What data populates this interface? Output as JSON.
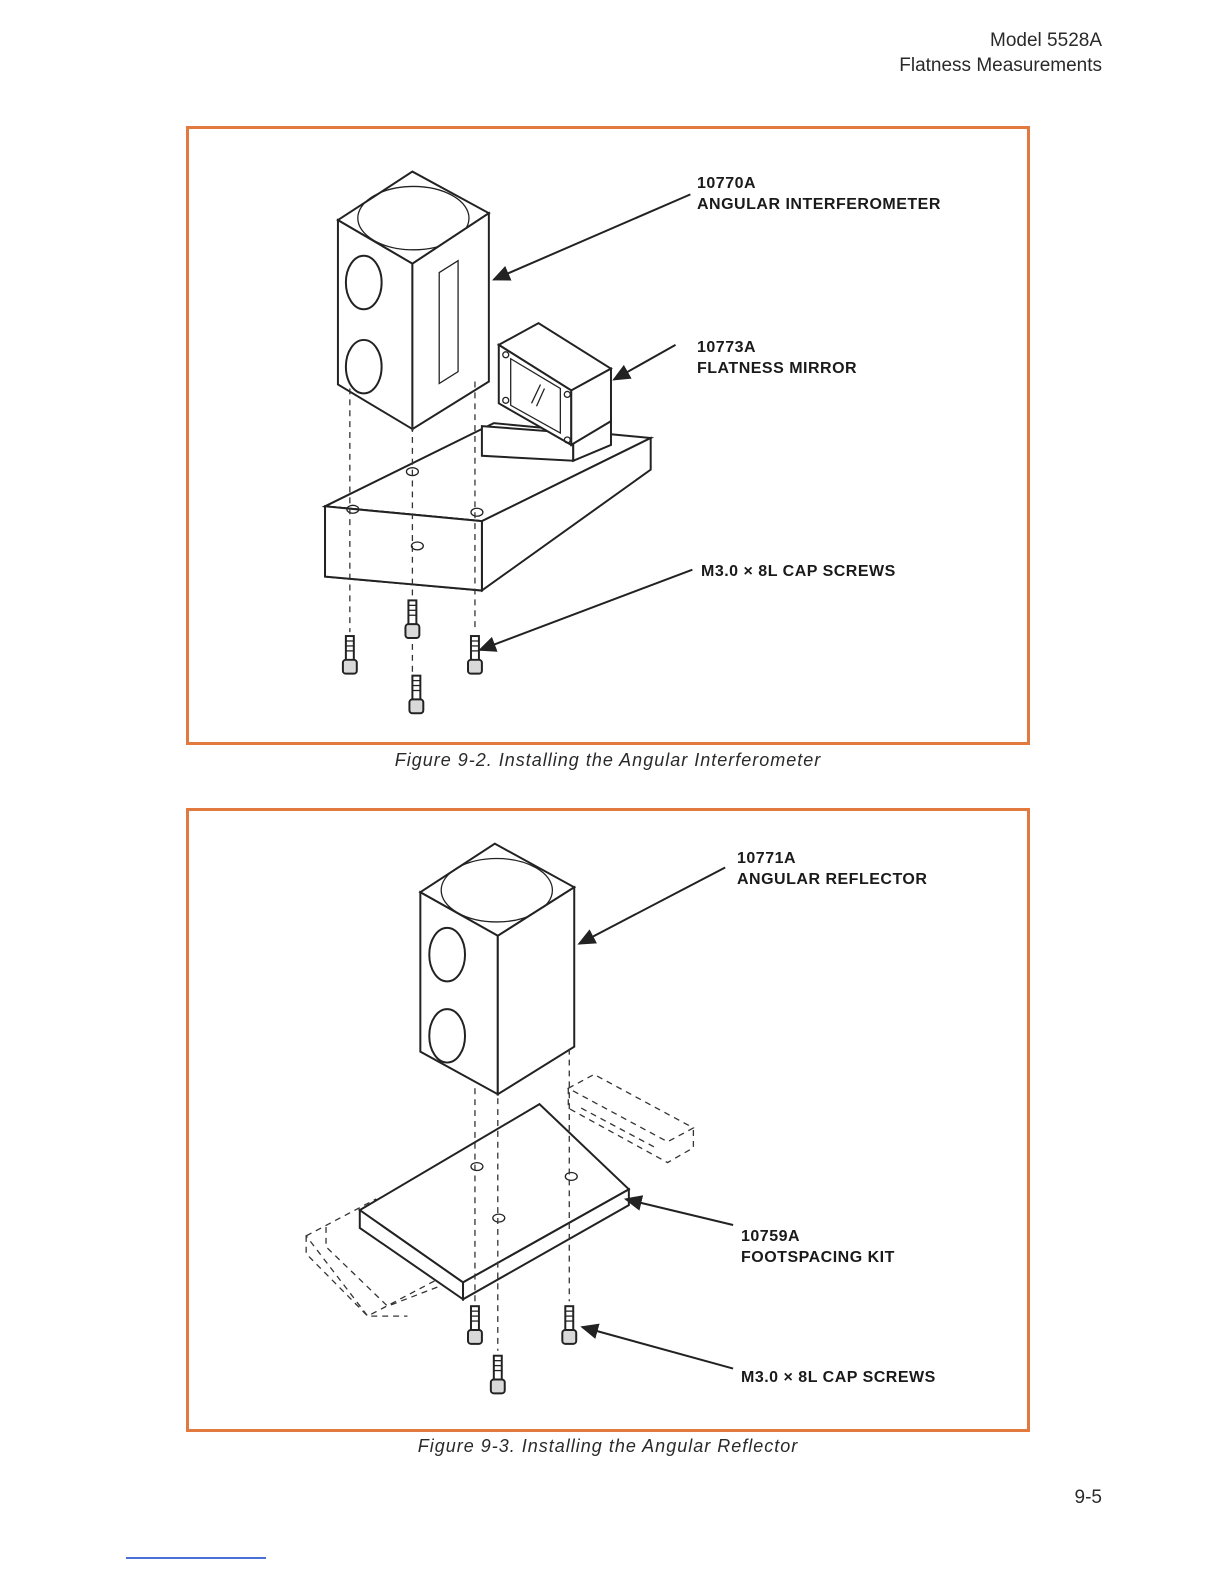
{
  "header": {
    "model": "Model 5528A",
    "section": "Flatness Measurements"
  },
  "figure1": {
    "caption": "Figure 9-2. Installing the Angular Interferometer",
    "callouts": {
      "interferometer_part": "10770A",
      "interferometer_name": "ANGULAR INTERFEROMETER",
      "mirror_part": "10773A",
      "mirror_name": "FLATNESS MIRROR",
      "screws": "M3.0 × 8L CAP SCREWS"
    }
  },
  "figure2": {
    "caption": "Figure 9-3. Installing the Angular Reflector",
    "callouts": {
      "reflector_part": "10771A",
      "reflector_name": "ANGULAR REFLECTOR",
      "footspacing_part": "10759A",
      "footspacing_name": "FOOTSPACING KIT",
      "screws": "M3.0 × 8L CAP SCREWS"
    }
  },
  "page_number": "9-5",
  "colors": {
    "frame": "#e27a3f",
    "rule": "#4a6fd6"
  }
}
